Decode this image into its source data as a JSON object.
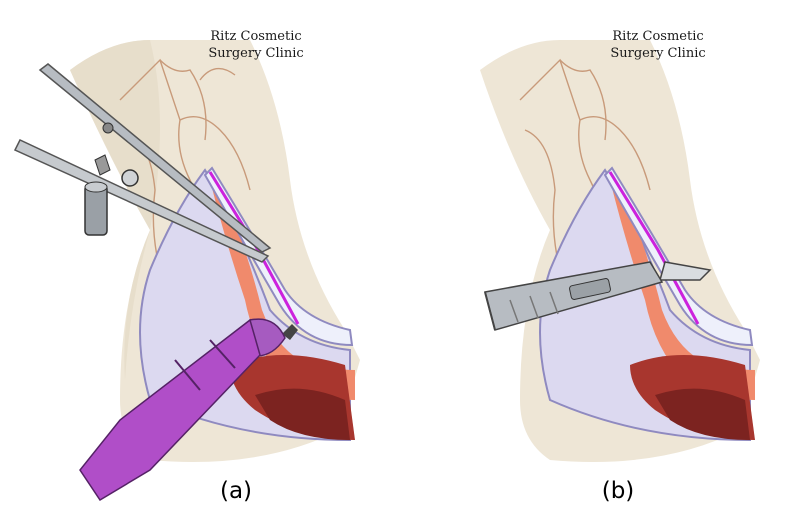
{
  "watermark": {
    "text": "Ritz Cosmetic\nSurgery Clinic"
  },
  "panels": [
    {
      "label": "(a)"
    },
    {
      "label": "(b)"
    }
  ],
  "colors": {
    "skin": "#eee6d6",
    "skin_shadow": "#ddd3bf",
    "lavender": "#dcd9f0",
    "lavender_edge": "#8f8ac0",
    "mucosa": "#f08a6c",
    "cavity": "#a8362e",
    "cavity_dark": "#7c2320",
    "marker_line": "#cc22dd",
    "vein": "#c89a7a",
    "marker_pen": "#b04ec8",
    "steel": "#b7bcc2"
  }
}
